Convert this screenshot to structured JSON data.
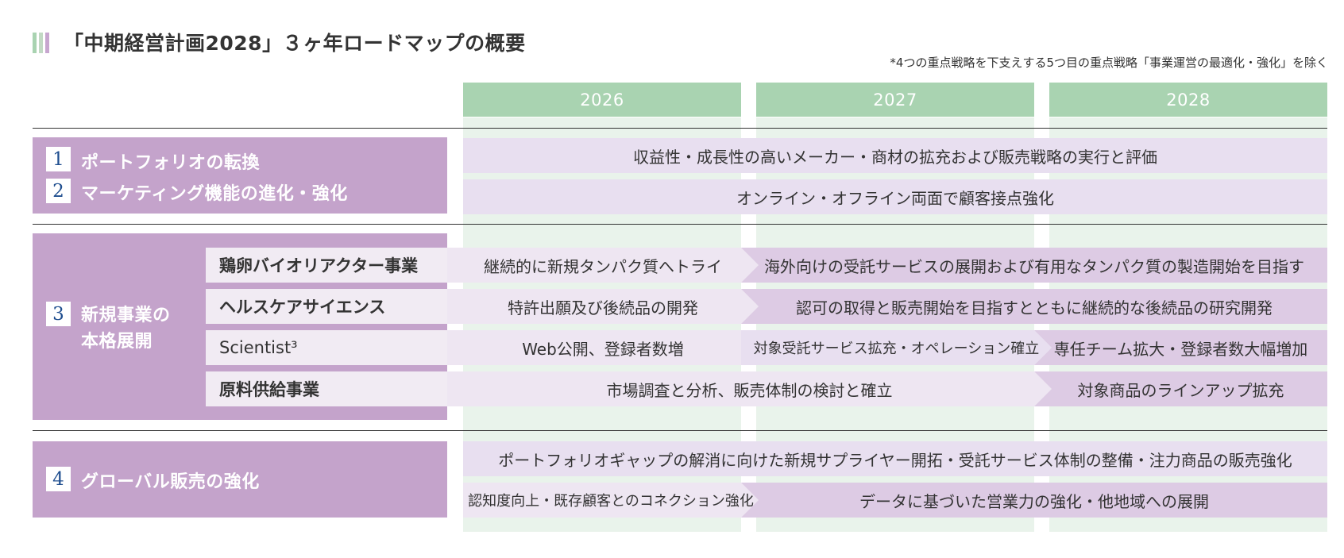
{
  "title": "「中期経営計画2028」３ヶ年ロードマップの概要",
  "note": "*4つの重点戦略を下支えする5つ目の重点戦略「事業運営の最適化・強化」を除く",
  "colors": {
    "green": "#a9d3b1",
    "green_light": "#e9f3eb",
    "purple": "#c4a3cb",
    "purple_light": "#e8dff0",
    "purple_dark": "#ddcbe4",
    "number_blue": "#1f4e8f"
  },
  "years": [
    "2026",
    "2027",
    "2028"
  ],
  "group1": {
    "items": [
      {
        "num": "1",
        "label": "ポートフォリオの転換"
      },
      {
        "num": "2",
        "label": "マーケティング機能の進化・強化"
      }
    ],
    "bars": [
      "収益性・成長性の高いメーカー・商材の拡充および販売戦略の実行と評価",
      "オンライン・オフライン両面で顧客接点強化"
    ]
  },
  "group3": {
    "num": "3",
    "label_line1": "新規事業の",
    "label_line2": "本格展開",
    "rows": [
      {
        "label": "鶏卵バイオリアクター事業",
        "phase1": "継続的に新規タンパク質へトライ",
        "phase2": "海外向けの受託サービスの展開および有用なタンパク質の製造開始を目指す"
      },
      {
        "label": "ヘルスケアサイエンス",
        "phase1": "特許出願及び後続品の開発",
        "phase2": "認可の取得と販売開始を目指すとともに継続的な後続品の研究開発"
      },
      {
        "label": "Scientist³",
        "phase1": "Web公開、登録者数増",
        "phase2": "対象受託サービス拡充・オペレーション確立",
        "phase3": "専任チーム拡大・登録者数大幅増加"
      },
      {
        "label": "原料供給事業",
        "phase1": "市場調査と分析、販売体制の検討と確立",
        "phase2": "対象商品のラインアップ拡充"
      }
    ]
  },
  "group4": {
    "num": "4",
    "label": "グローバル販売の強化",
    "bar_full": "ポートフォリオギャップの解消に向けた新規サプライヤー開拓・受託サービス体制の整備・注力商品の販売強化",
    "phase1": "認知度向上・既存顧客とのコネクション強化",
    "phase2": "データに基づいた営業力の強化・他地域への展開"
  }
}
